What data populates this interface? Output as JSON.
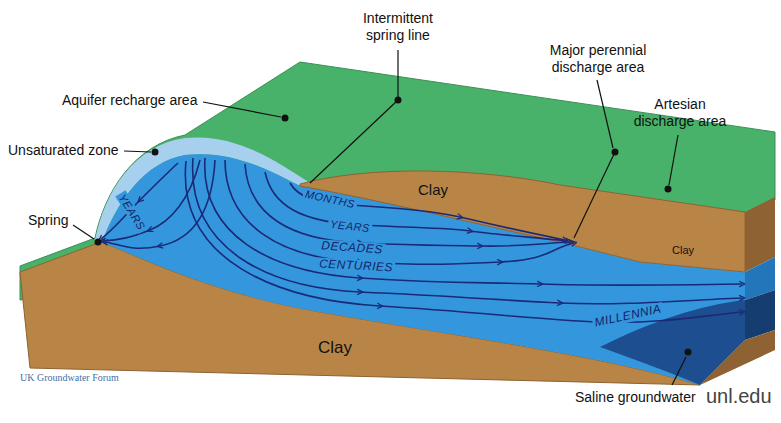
{
  "diagram": {
    "labels": [
      "Intermittent spring line",
      "Major perennial discharge area",
      "Aquifer recharge area",
      "Artesian discharge area",
      "Unsaturated zone",
      "Spring",
      "YEARS",
      "MONTHS",
      "Clay",
      "YEARS",
      "DECADES",
      "CENTURIES",
      "Clay",
      "MILLENNIA",
      "Clay",
      "UK Groundwater Forum",
      "Saline groundwater",
      "unl.edu"
    ]
  }
}
